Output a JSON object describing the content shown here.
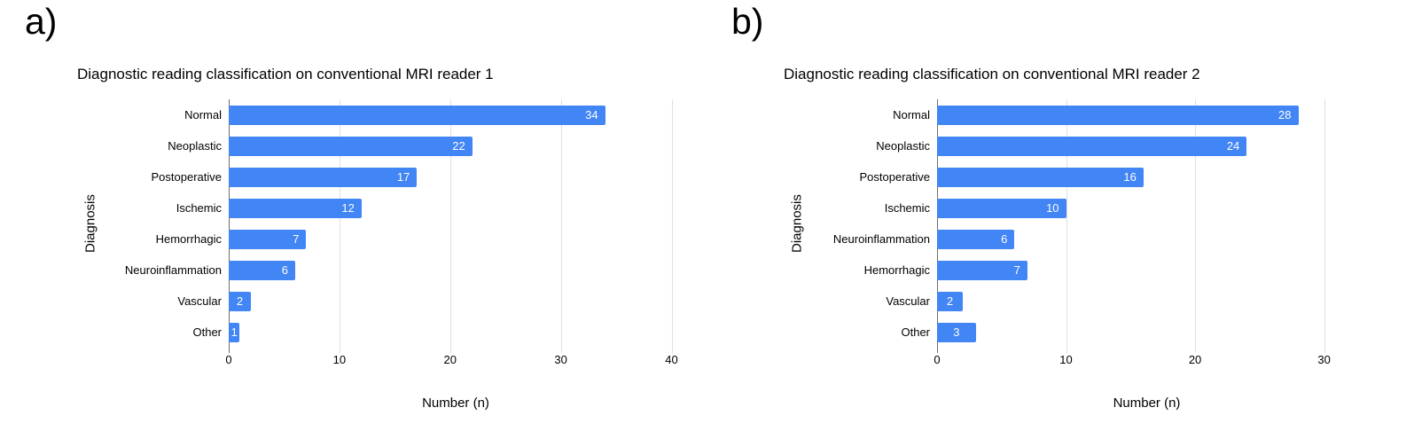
{
  "panels": [
    {
      "letter": "a)"
    },
    {
      "letter": "b)"
    }
  ],
  "colors": {
    "bar": "#4285F4",
    "gridline": "#e0e0e0",
    "zero_axis": "#6e6e6e",
    "value_label": "#ffffff",
    "text": "#000000",
    "background": "#ffffff"
  },
  "chart_data": [
    {
      "type": "bar",
      "orientation": "horizontal",
      "title": "Diagnostic reading classification on conventional MRI reader 1",
      "xlabel": "Number (n)",
      "ylabel": "Diagnosis",
      "categories": [
        "Normal",
        "Neoplastic",
        "Postoperative",
        "Ischemic",
        "Hemorrhagic",
        "Neuroinflammation",
        "Vascular",
        "Other"
      ],
      "values": [
        34,
        22,
        17,
        12,
        7,
        6,
        2,
        1
      ],
      "xticks": [
        0,
        10,
        20,
        30,
        40
      ],
      "xlim": [
        0,
        41
      ],
      "grid": true,
      "legend": "none",
      "value_labels": "inside-end-white",
      "bar_color": "#4285F4"
    },
    {
      "type": "bar",
      "orientation": "horizontal",
      "title": "Diagnostic reading classification on conventional MRI reader 2",
      "xlabel": "Number (n)",
      "ylabel": "Diagnosis",
      "categories": [
        "Normal",
        "Neoplastic",
        "Postoperative",
        "Ischemic",
        "Neuroinflammation",
        "Hemorrhagic",
        "Vascular",
        "Other"
      ],
      "values": [
        28,
        24,
        16,
        10,
        6,
        7,
        2,
        3
      ],
      "xticks": [
        0,
        10,
        20,
        30
      ],
      "xlim": [
        0,
        32.5
      ],
      "grid": true,
      "legend": "none",
      "value_labels": "inside-end-white",
      "bar_color": "#4285F4"
    }
  ]
}
